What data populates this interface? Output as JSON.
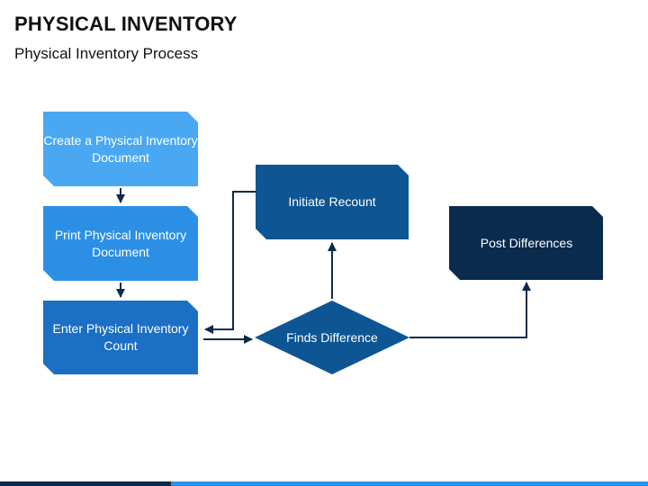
{
  "page": {
    "title": "PHYSICAL INVENTORY",
    "subtitle": "Physical Inventory Process"
  },
  "steps": {
    "create": {
      "label": "Create a Physical Inventory Document",
      "color": "#4aa8f3"
    },
    "print": {
      "label": "Print Physical Inventory Document",
      "color": "#2b8fe6"
    },
    "enter": {
      "label": "Enter Physical Inventory Count",
      "color": "#1b6fc4"
    },
    "recount": {
      "label": "Initiate Recount",
      "color": "#0d5593"
    },
    "decision": {
      "label": "Finds Difference",
      "color": "#0d5593"
    },
    "post": {
      "label": "Post Differences",
      "color": "#0a2a4e"
    }
  },
  "colors": {
    "connector": "#0a2a4e",
    "bar_dark": "#0a2a4e",
    "bar_light": "#2b8fe6"
  }
}
